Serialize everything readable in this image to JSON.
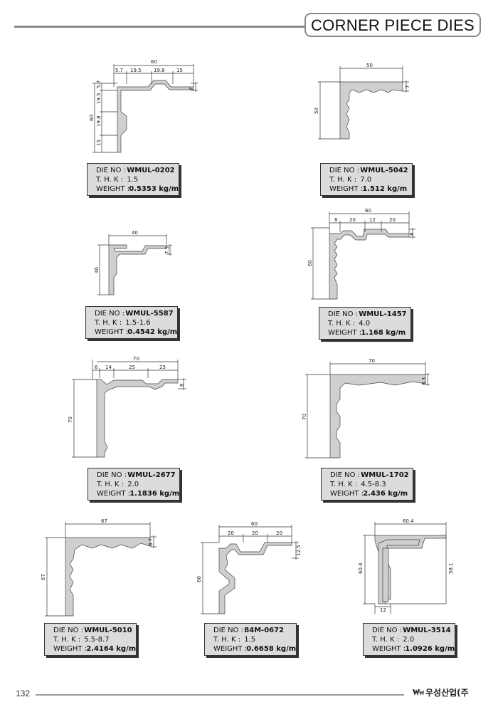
{
  "header": {
    "title": "CORNER PIECE DIES"
  },
  "labels": {
    "die_no": "DIE NO :",
    "thk": "T. H. K :",
    "weight": "WEIGHT :"
  },
  "dies": [
    {
      "die_no": "WMUL-0202",
      "thk": "1.5",
      "weight": "0.5353 kg/m",
      "dims": {
        "d1": "60",
        "d2": "5.7",
        "d3": "19.5",
        "d4": "19.8",
        "d5": "15",
        "d6": "7",
        "d7": "5.7",
        "d8": "19.5",
        "d9": "60",
        "d10": "19.8",
        "d11": "15"
      }
    },
    {
      "die_no": "WMUL-5042",
      "thk": "7.0",
      "weight": "1.512 kg/m",
      "dims": {
        "d1": "50",
        "d2": "7",
        "d3": "50"
      }
    },
    {
      "die_no": "WMUL-5587",
      "thk": "1.5-1.6",
      "weight": "0.4542 kg/m",
      "dims": {
        "d1": "40",
        "d2": "7.5",
        "d3": "40"
      }
    },
    {
      "die_no": "WMUL-1457",
      "thk": "4.0",
      "weight": "1.168 kg/m",
      "dims": {
        "d1": "60",
        "d2": "8",
        "d3": "20",
        "d4": "12",
        "d5": "20",
        "d6": "8",
        "d7": "60"
      }
    },
    {
      "die_no": "WMUL-2677",
      "thk": "2.0",
      "weight": "1.1836 kg/m",
      "dims": {
        "d1": "70",
        "d2": "6",
        "d3": "14",
        "d4": "25",
        "d5": "25",
        "d6": "8",
        "d7": "70"
      }
    },
    {
      "die_no": "WMUL-1702",
      "thk": "4.5-8.3",
      "weight": "2.436 kg/m",
      "dims": {
        "d1": "70",
        "d2": "8.3",
        "d3": "70"
      }
    },
    {
      "die_no": "WMUL-5010",
      "thk": "5.5-8.7",
      "weight": "2.4164 kg/m",
      "dims": {
        "d1": "67",
        "d2": "8.7",
        "d3": "67"
      }
    },
    {
      "die_no": "84M-0672",
      "thk": "1.5",
      "weight": "0.6658 kg/m",
      "dims": {
        "d1": "60",
        "d2": "20",
        "d3": "20",
        "d4": "20",
        "d5": "12.5",
        "d6": "60"
      }
    },
    {
      "die_no": "WMUL-3514",
      "thk": "2.0",
      "weight": "1.0926 kg/m",
      "dims": {
        "d1": "60.4",
        "d2": "60.4",
        "d3": "58.1",
        "d4": "12"
      }
    }
  ],
  "footer": {
    "page": "132",
    "company": "우성산업(주"
  }
}
